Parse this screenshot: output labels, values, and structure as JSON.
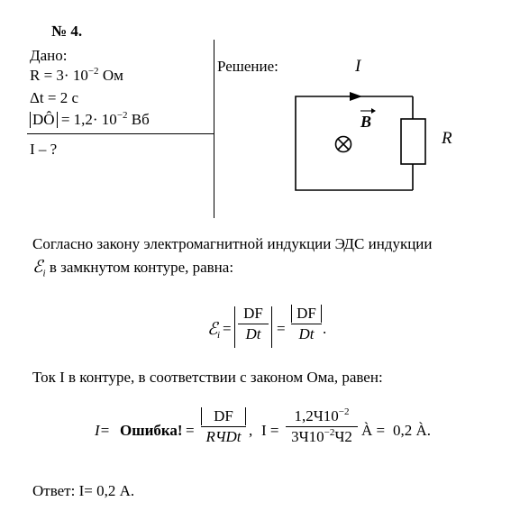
{
  "problem": {
    "number": "№ 4.",
    "given_label": "Дано:",
    "r_line": "R = 3· 10",
    "r_exp": "−2",
    "r_unit": " Ом",
    "t_line": "Δt = 2 с",
    "phi_inner": "DÔ",
    "phi_value": " = 1,2· 10",
    "phi_exp": "−2",
    "phi_unit": " Вб",
    "find": "I – ?"
  },
  "solution": {
    "label": "Решение:",
    "circuit": {
      "current_label": "I",
      "field_label": "B",
      "resistor_label": "R"
    }
  },
  "text": {
    "para1_line1": "Согласно закону электромагнитной индукции ЭДС индукции",
    "para1_line2": " в замкнутом контуре, равна:",
    "para2": "Ток I в контуре, в соответствии с законом Ома, равен:",
    "answer": "Ответ: I= 0,2 А."
  },
  "formula1": {
    "emf_symbol": "ℰ",
    "emf_sub": "i",
    "num": "DF",
    "den": "Dt",
    "equals": "=",
    "end": "."
  },
  "formula2": {
    "lhs": "I=",
    "error": "Ошибка!",
    "eq": "=",
    "num": "DF",
    "den": "RЧDt",
    "sep": ",",
    "i_label": "I =",
    "num2": "1,2Ч10",
    "num2_exp": "−2",
    "den2": "3Ч10",
    "den2_exp": "−2",
    "den2_tail": "Ч2",
    "unit_mid": "À =",
    "result": "0,2 À."
  }
}
